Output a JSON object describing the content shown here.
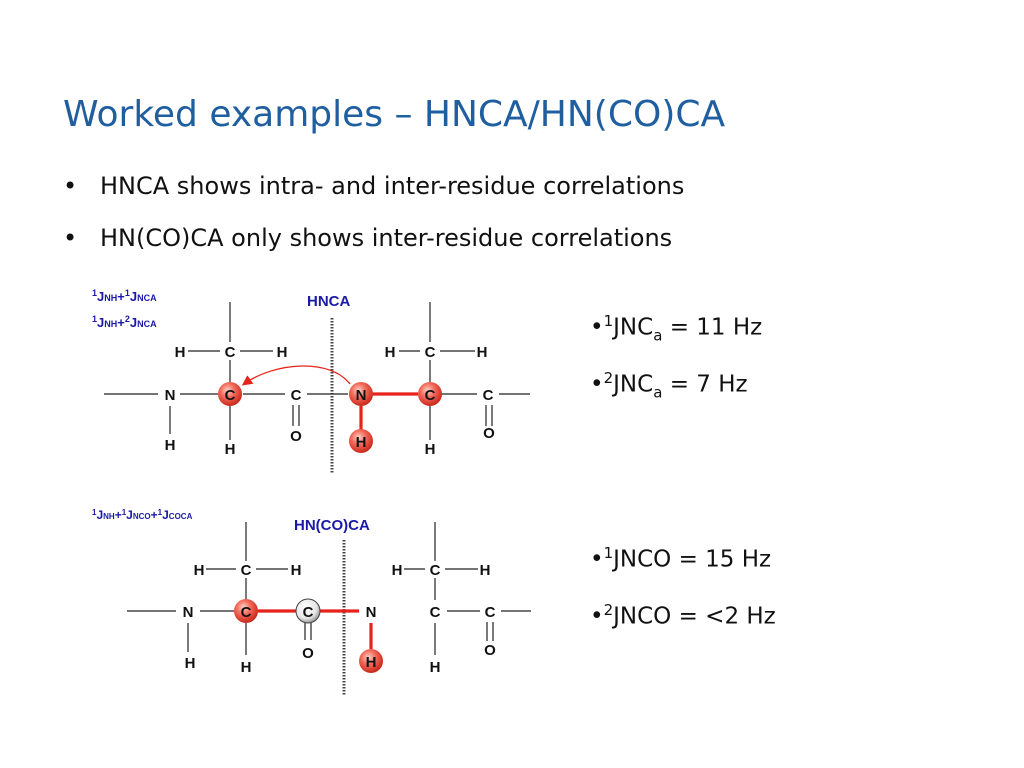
{
  "slide": {
    "title": "Worked examples – HNCA/HN(CO)CA",
    "bullets": [
      "HNCA shows intra- and inter-residue correlations",
      "HN(CO)CA only shows inter-residue correlations"
    ]
  },
  "hnca": {
    "label": "HNCA",
    "coupling_lines": [
      {
        "j1": "1",
        "t1": "J",
        "s1": "NH",
        "plus": "+",
        "j2": "1",
        "t2": "J",
        "s2": "NCA"
      },
      {
        "j1": "1",
        "t1": "J",
        "s1": "NH",
        "plus": "+",
        "j2": "2",
        "t2": "J",
        "s2": "NCA"
      }
    ],
    "values": [
      {
        "bullet": "•",
        "sup": "1",
        "base": "JNC",
        "sub": "a",
        "rest": " = 11 Hz"
      },
      {
        "bullet": "•",
        "sup": "2",
        "base": "JNC",
        "sub": "a",
        "rest": " = 7 Hz"
      }
    ]
  },
  "hncoca": {
    "label": "HN(CO)CA",
    "coupling_line": {
      "j1": "1",
      "s1": "NH",
      "j2": "1",
      "s2": "NCO",
      "j3": "1",
      "s3": "COCA",
      "t": "J",
      "plus": "+"
    },
    "values": [
      {
        "bullet": "•",
        "sup": "1",
        "base": "JNCO",
        "rest": " = 15 Hz"
      },
      {
        "bullet": "•",
        "sup": "2",
        "base": "JNCO",
        "rest": " = <2 Hz"
      }
    ]
  },
  "atoms": {
    "H": "H",
    "C": "C",
    "N": "N",
    "O": "O"
  },
  "colors": {
    "title": "#1f5fa0",
    "label_blue": "#1a1aa8",
    "highlight_red": "#e8221b",
    "atom_fill_red": "#f06a5a"
  }
}
